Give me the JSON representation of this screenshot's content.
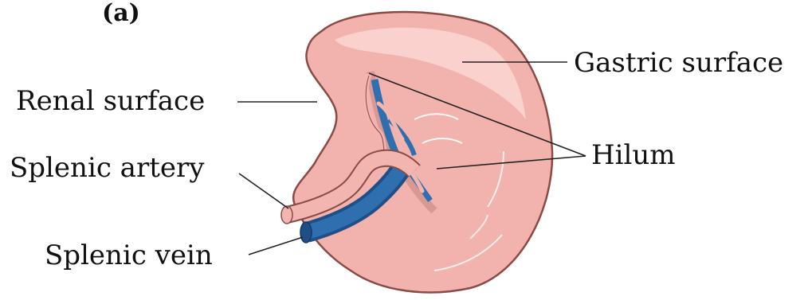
{
  "figure": {
    "panel_label": "(a)",
    "labels": {
      "gastric_surface": "Gastric surface",
      "renal_surface": "Renal surface",
      "hilum": "Hilum",
      "splenic_artery": "Splenic artery",
      "splenic_vein": "Splenic vein"
    }
  },
  "colors": {
    "spleen_fill": "#f2b3ae",
    "spleen_highlight": "#fbd8d3",
    "spleen_outline": "#8a4a45",
    "artery": "#f3b5b0",
    "vein": "#2f6fb0",
    "vein_dark": "#1f4f86",
    "leader_line": "#222222",
    "text": "#111111"
  }
}
